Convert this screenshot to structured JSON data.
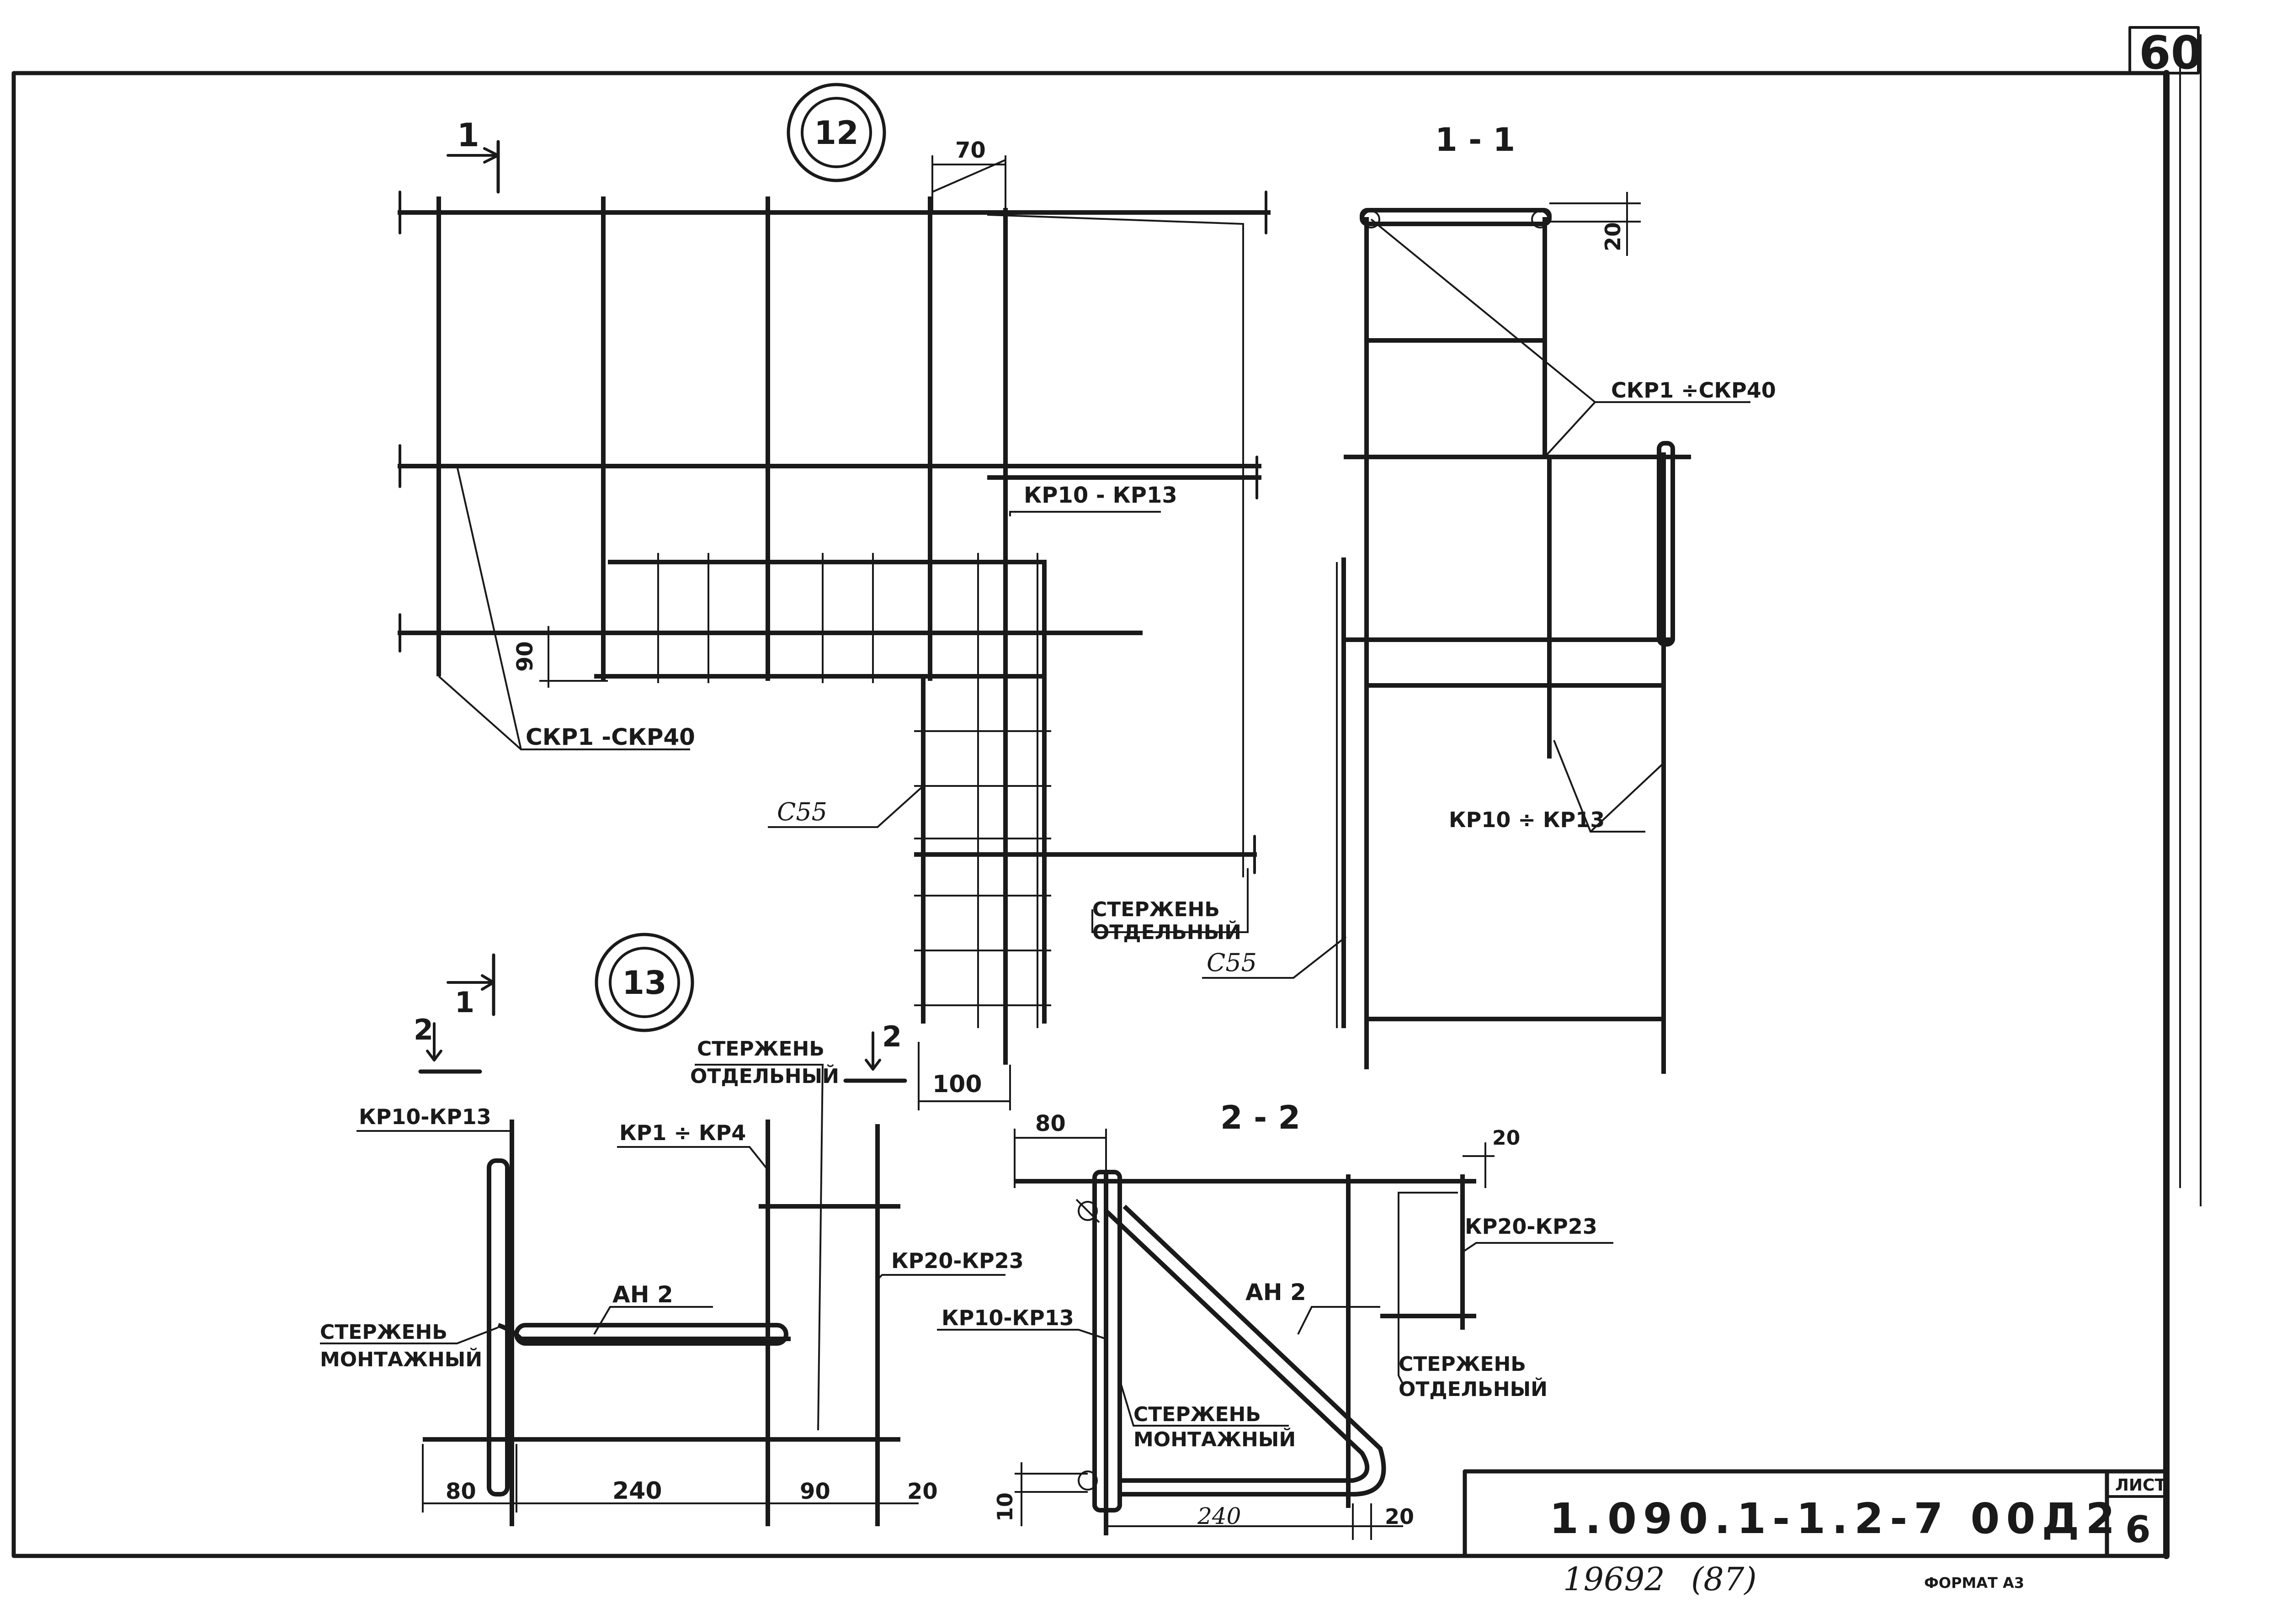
{
  "corner_mark": "60",
  "node_12": "12",
  "node_13": "13",
  "section_1_title": "1 - 1",
  "section_2_title": "2 - 2",
  "cut_1": "1",
  "cut_2": "2",
  "labels": {
    "skr_plus": "СКР1 ÷СКР40",
    "skr_dash": "СКР1 -СКР40",
    "kr10_kr13_top": "КР10 - КР13",
    "kr10_kr13_plus": "КР10 ÷ КР13",
    "kr10_kr13_left": "КР10-КР13",
    "kr10_kr13_sec": "КР10-КР13",
    "kr1_kr4": "КР1 ÷ КР4",
    "kr20_kr23_a": "КР20-КР23",
    "kr20_kr23_b": "КР20-КР23",
    "s55_a": "С55",
    "s55_b": "С55",
    "an2_a": "АН 2",
    "an2_b": "АН 2",
    "rod": "СТЕРЖЕНЬ",
    "separate": "ОТДЕЛЬНЫЙ",
    "mounting": "МОНТАЖНЫЙ"
  },
  "dims": {
    "d70": "70",
    "d20a": "20",
    "d90a": "90",
    "d100": "100",
    "d80a": "80",
    "d20b": "20",
    "d80b": "80",
    "d240a": "240",
    "d90b": "90",
    "d20c": "20",
    "d10": "10",
    "d240b": "240",
    "d20d": "20"
  },
  "title_block": {
    "code": "1.090.1-1.2-7 00Д2",
    "sheet_label": "ЛИСТ",
    "sheet_number": "6"
  },
  "footer": {
    "inventory": "19692",
    "note": "(87)",
    "format": "ФОРМАТ А3"
  }
}
